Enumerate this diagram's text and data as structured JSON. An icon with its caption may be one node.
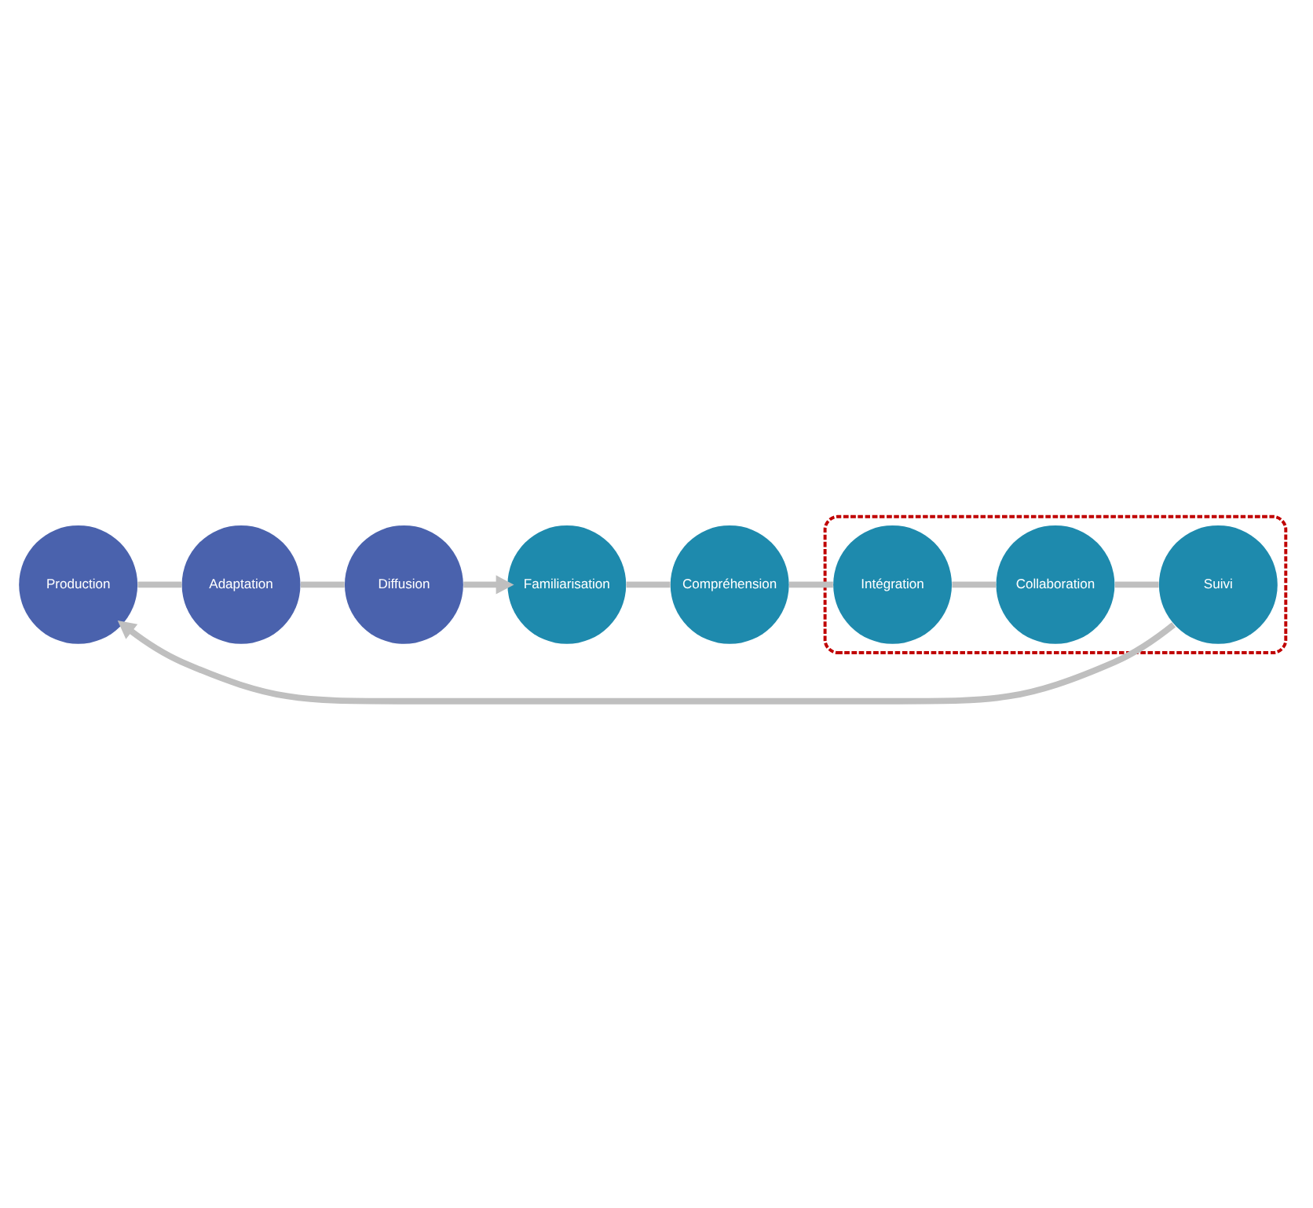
{
  "diagram": {
    "nodes": [
      {
        "text": [
          "Production"
        ]
      },
      {
        "text": [
          "Adaptation"
        ]
      },
      {
        "text": [
          "Diffusion"
        ]
      },
      {
        "text": [
          "Familiarisation"
        ]
      },
      {
        "text": [
          "Compréhension"
        ]
      },
      {
        "text": [],
        "shape": "ellipse"
      },
      {
        "text": [
          "Intégration"
        ],
        "in": 5
      },
      {
        "text": [
          "Collaboration"
        ],
        "in": 5
      },
      {
        "text": [
          "Suivi"
        ],
        "in": 5
      }
    ],
    "edges": [
      {
        "from": 0,
        "to": 1,
        "arrow": "none"
      },
      {
        "from": 1,
        "to": 2,
        "arrow": "none"
      },
      {
        "from": 2,
        "to": 3,
        "arrow": "to"
      },
      {
        "from": 3,
        "to": 4,
        "arrow": "none"
      },
      {
        "from": 4,
        "to": 6,
        "arrow": "none"
      },
      {
        "from": 6,
        "to": 7,
        "arrow": "none"
      },
      {
        "from": 7,
        "to": 8,
        "arrow": "none"
      },
      {
        "from": 8,
        "to": 0,
        "arrow": "to"
      }
    ]
  }
}
